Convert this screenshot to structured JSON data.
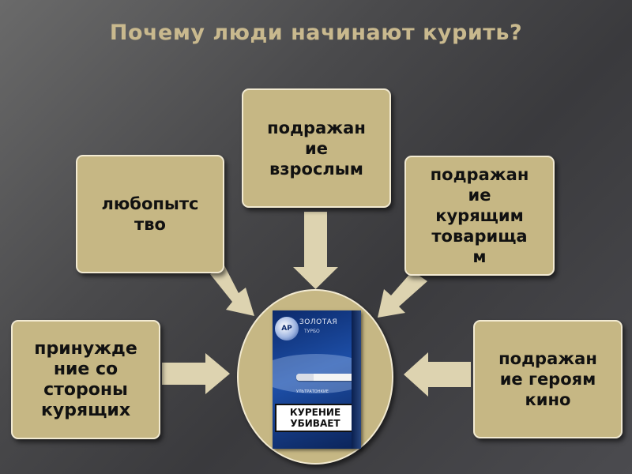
{
  "title": "Почему люди начинают курить?",
  "center": {
    "pack_logo": "AP",
    "pack_brand": "ЗОЛОТАЯ",
    "pack_sub": "ТУРБО",
    "pack_small": "УЛЬТРАТОНКИЕ",
    "pack_warning": "КУРЕНИЕ\nУБИВАЕТ"
  },
  "reasons": {
    "curiosity": "любопытс\nтво",
    "imitate_adults": "подражан\nие\nвзрослым",
    "imitate_friends": "подражан\nие\nкурящим\nтоварища\nм",
    "coercion": "принужде\nние со\nстороны\nкурящих",
    "imitate_movie_heroes": "подражан\nие героям\nкино"
  },
  "colors": {
    "box_fill": "#c6b784",
    "box_border": "#f2ead2",
    "arrow_fill": "#ddd3b0",
    "title": "#c9b98e"
  }
}
